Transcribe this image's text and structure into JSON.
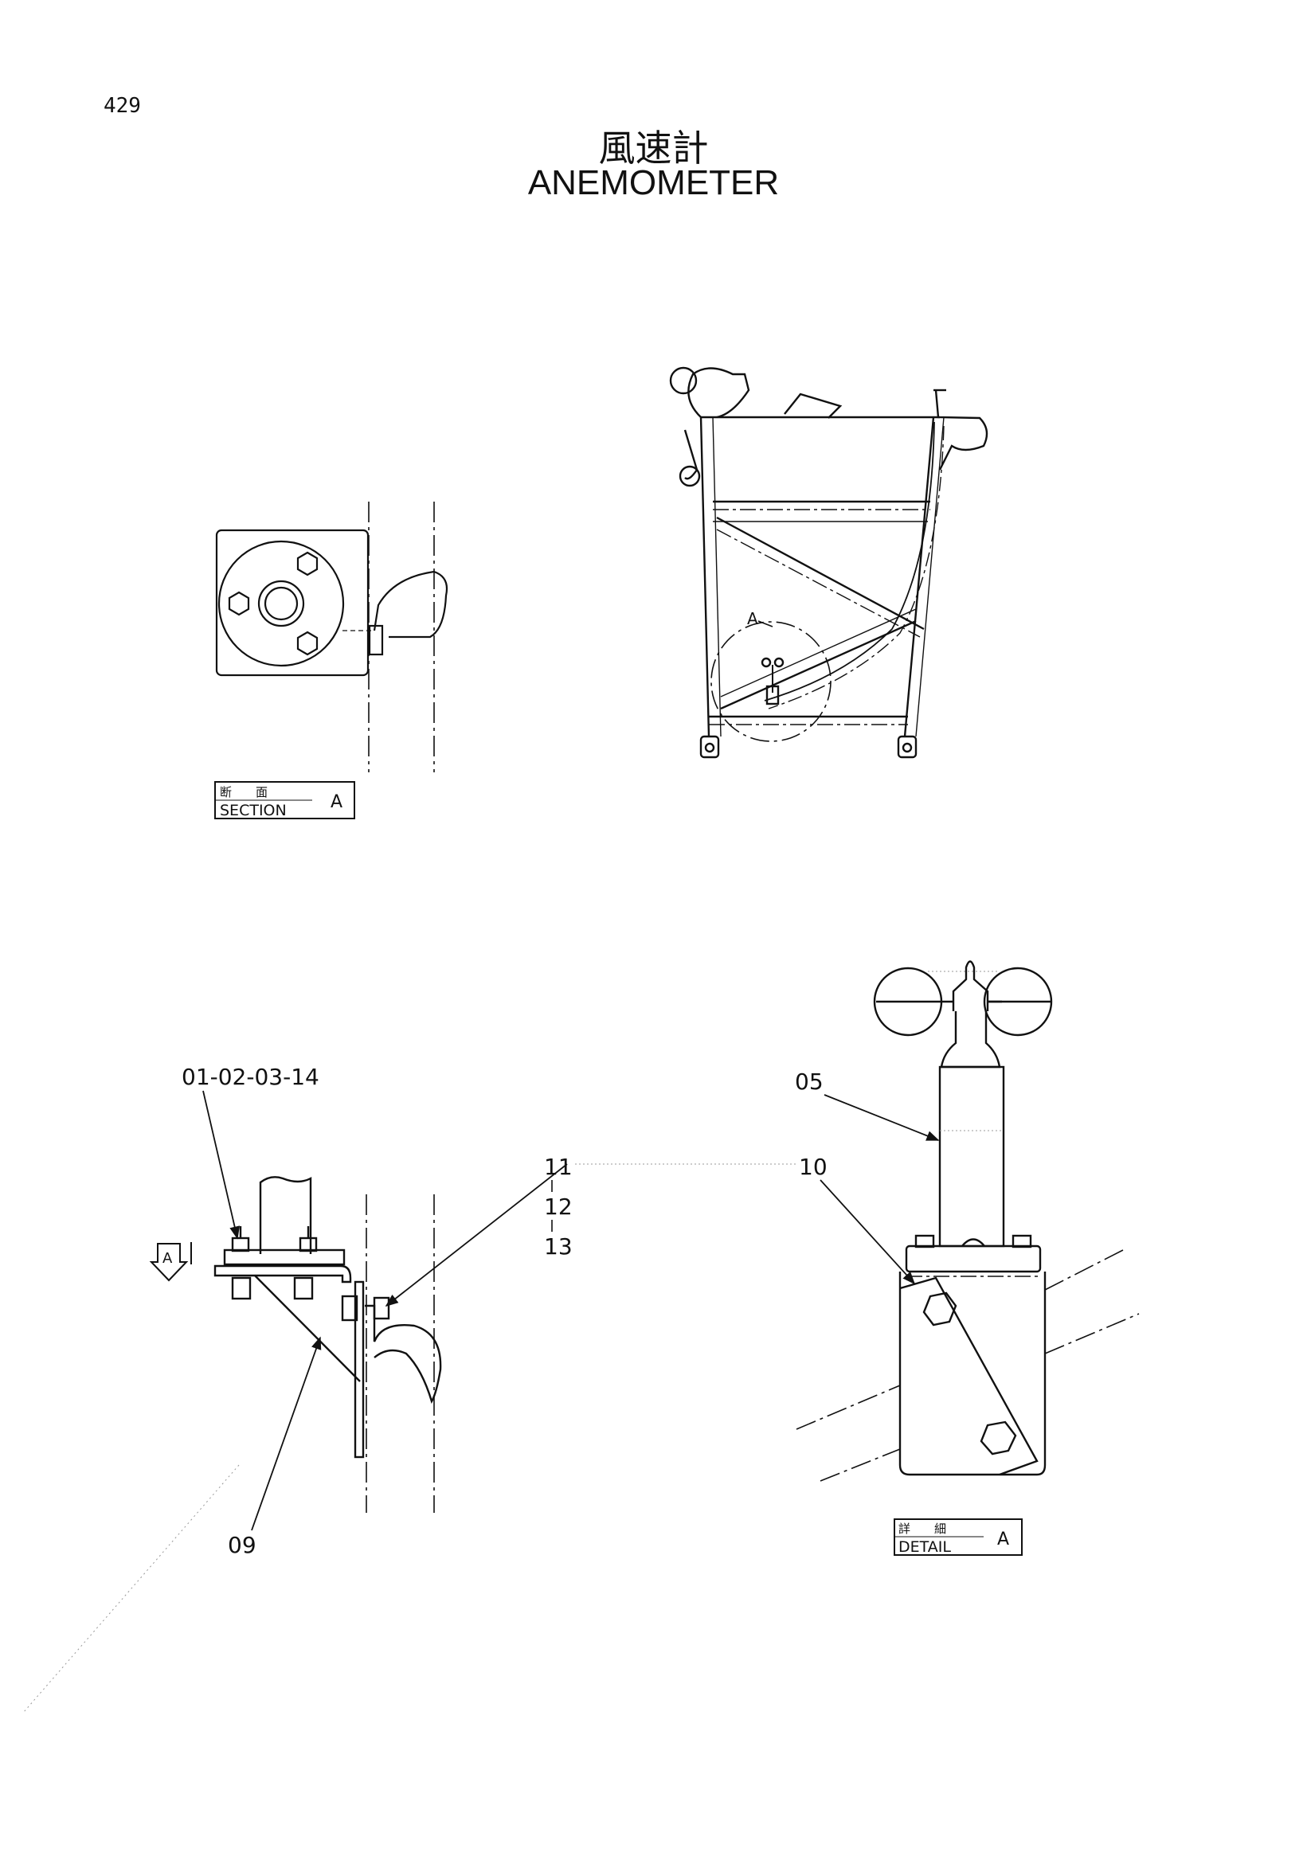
{
  "page": {
    "number": "429"
  },
  "title": {
    "japanese": "風速計",
    "english": "ANEMOMETER"
  },
  "section_box": {
    "jp": "断　　面",
    "label": "SECTION",
    "letter": "A"
  },
  "detail_box": {
    "jp": "詳　　細",
    "label": "DETAIL",
    "letter": "A"
  },
  "overview": {
    "circle_label": "A"
  },
  "callouts": {
    "group1": "01-02-03-14",
    "view_arrow": "A",
    "stack_top": "11",
    "stack_mid": "12",
    "stack_bottom": "13",
    "bracket": "09",
    "anemometer": "05",
    "band": "10"
  }
}
